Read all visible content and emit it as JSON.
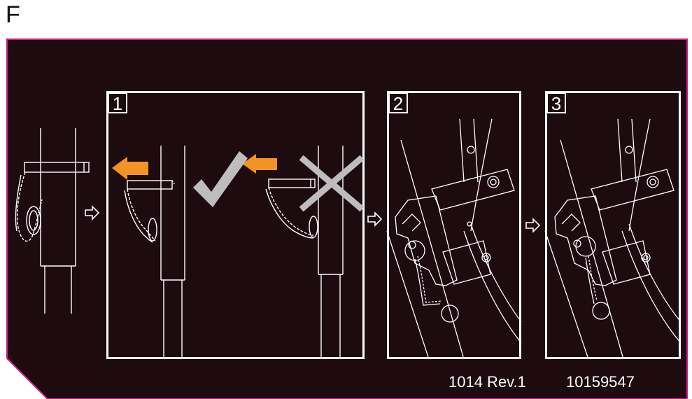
{
  "section_label": "F",
  "colors": {
    "panel_background": "#1d0b10",
    "panel_border": "#d6197f",
    "line_art": "#ffffff",
    "arrow_orange": "#f39325",
    "check_gray": "#bdbdbd"
  },
  "steps": [
    {
      "number": "1"
    },
    {
      "number": "2"
    },
    {
      "number": "3"
    }
  ],
  "icons": {
    "flow_arrow": "hollow-right-arrow-icon",
    "correct": "checkmark-icon",
    "incorrect": "cross-icon",
    "pull_direction": "orange-left-arrow-icon"
  },
  "footer": {
    "doc_revision": "1014 Rev.1",
    "part_number": "10159547"
  }
}
